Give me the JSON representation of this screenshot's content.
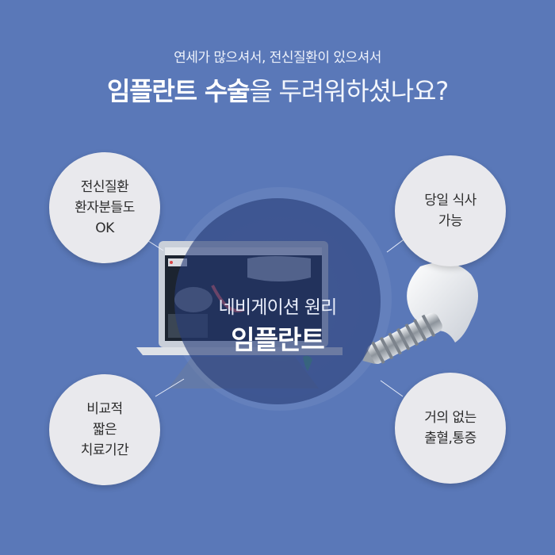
{
  "header": {
    "subtitle": "연세가 많으셔서, 전신질환이 있으셔서",
    "headline_strong": "임플란트 수술",
    "headline_rest": "을 두려워하셨나요?"
  },
  "center": {
    "line1": "네비게이션 원리",
    "line2": "임플란트"
  },
  "bubbles": {
    "top_left": "전신질환\n환자분들도\nOK",
    "top_right": "당일 식사\n가능",
    "bottom_left": "비교적\n짧은\n치료기간",
    "bottom_right": "거의 없는\n출혈,통증"
  },
  "colors": {
    "background": "#5a78b8",
    "bubble": "#e9e9ed",
    "center_circle": "#263c78"
  }
}
